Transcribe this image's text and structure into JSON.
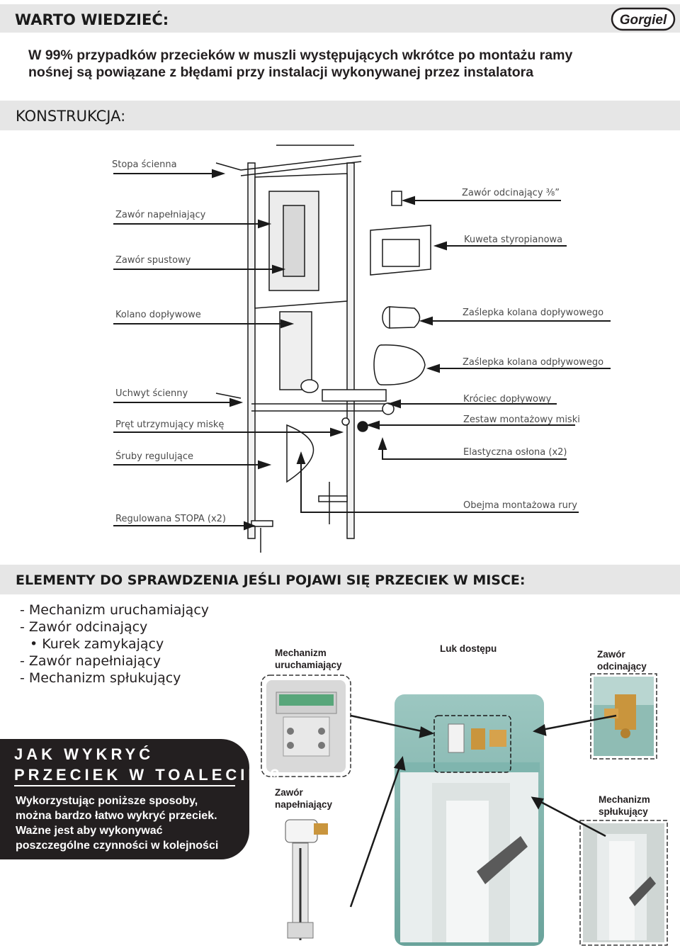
{
  "header": {
    "title": "WARTO WIEDZIEĆ:",
    "logo_text": "Gorgiel"
  },
  "intro": {
    "line1": "W 99% przypadków przecieków w muszli występujących wkrótce po montażu ramy",
    "line2": "nośnej są powiązane z błędami przy instalacji wykonywanej przez instalatora"
  },
  "construction": {
    "title": "KONSTRUKCJA:",
    "labels": {
      "stopa_scienna": "Stopa ścienna",
      "zawor_napelniajacy": "Zawór napełniający",
      "zawor_spustowy": "Zawór spustowy",
      "kolano_doplywowe": "Kolano dopływowe",
      "uchwyt_scienny": "Uchwyt ścienny",
      "pret": "Pręt utrzymujący miskę",
      "sruby": "Śruby regulujące",
      "stopa_reg": "Regulowana STOPA (x2)",
      "zawor_odcinajacy": "Zawór odcinający ⅜”",
      "kuweta": "Kuweta styropianowa",
      "zaslepka_dop": "Zaślepka kolana dopływowego",
      "zaslepka_odp": "Zaślepka kolana odpływowego",
      "krociec": "Króciec dopływowy",
      "zestaw": "Zestaw montażowy miski",
      "oslona": "Elastyczna osłona (x2)",
      "obejma": "Obejma montażowa rury"
    }
  },
  "check": {
    "title": "ELEMENTY DO SPRAWDZENIA JEŚLI POJAWI SIĘ PRZECIEK W MISCE:",
    "items": [
      "- Mechanizm uruchamiający",
      "- Zawór odcinający",
      "• Kurek zamykający",
      "- Zawór napełniający",
      "- Mechanizm spłukujący"
    ]
  },
  "captions": {
    "mech_urucham_1": "Mechanizm",
    "mech_urucham_2": "uruchamiający",
    "luk": "Luk dostępu",
    "zawor_odc_1": "Zawór",
    "zawor_odc_2": "odcinający",
    "zawor_nap_1": "Zawór",
    "zawor_nap_2": "napełniający",
    "mech_splu_1": "Mechanizm",
    "mech_splu_2": "spłukujący"
  },
  "detect": {
    "title_line1": "JAK WYKRYĆ",
    "title_line2": "PRZECIEK W TOALECIE ?",
    "body": [
      "Wykorzystując poniższe sposoby,",
      "można bardzo łatwo wykryć przeciek.",
      "Ważne jest aby wykonywać",
      "poszczególne czynności w kolejności"
    ]
  },
  "colors": {
    "bar": "#e6e6e6",
    "text": "#231f20",
    "badge": "#231f20",
    "teal": "#7fb5ae"
  }
}
